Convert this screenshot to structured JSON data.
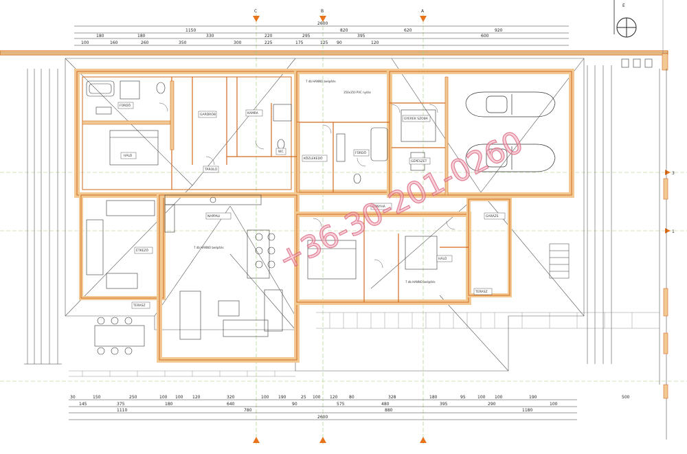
{
  "colors": {
    "wall_fill": "#f2c993",
    "wall_line": "#d26a1e",
    "line": "#3c3c3c",
    "axis_marker": "#e8731a",
    "green_line": "#6cbf6c",
    "watermark": "#f4a7b8"
  },
  "compass": {
    "label": "É",
    "icon": "north-arrow-icon"
  },
  "axes": {
    "top": [
      "C",
      "B",
      "A"
    ],
    "right": [
      "3",
      "1"
    ]
  },
  "dims_top": {
    "row1": [
      "2600"
    ],
    "row2": [
      "1150",
      "820",
      "620",
      "920"
    ],
    "row3": [
      "180",
      "180",
      "330",
      "220",
      "295",
      "395",
      "600"
    ],
    "row4": [
      "100",
      "160",
      "260",
      "350",
      "300",
      "225",
      "175",
      "125",
      "90",
      "120"
    ]
  },
  "dims_bottom": {
    "row1": [
      "30",
      "150",
      "250",
      "100",
      "100",
      "120",
      "320",
      "100",
      "190",
      "25",
      "100",
      "120",
      "80",
      "328",
      "180",
      "95",
      "100",
      "100",
      "190",
      "500"
    ],
    "row2": [
      "145",
      "375",
      "180",
      "640",
      "90",
      "575",
      "480",
      "395",
      "290",
      "100"
    ],
    "row3": [
      "1110",
      "780",
      "880",
      "1180"
    ],
    "row4": [
      "2600"
    ]
  },
  "rooms": [
    {
      "name": "FÜRDŐ"
    },
    {
      "name": "GARDRÓB"
    },
    {
      "name": "HÁLÓ"
    },
    {
      "name": "TÁROLÓ"
    },
    {
      "name": "KAMRA"
    },
    {
      "name": "WC"
    },
    {
      "name": "KÖZLEKEDŐ"
    },
    {
      "name": "FÜRDŐ"
    },
    {
      "name": "GYEREK SZOBA"
    },
    {
      "name": "GÉPÉSZET"
    },
    {
      "name": "ÉTKEZŐ"
    },
    {
      "name": "NAPPALI"
    },
    {
      "name": "KONYHA"
    },
    {
      "name": "TERASZ"
    },
    {
      "name": "HÁLÓ"
    },
    {
      "name": "GARÁZS"
    },
    {
      "name": "TERASZ"
    }
  ],
  "notes": [
    "7 db HANNO beépítés",
    "350x350 PVC nyílás",
    "7 db HANNO beépítés",
    "7 db HANNO beépítés"
  ],
  "watermark": "+36-30-201-0260"
}
